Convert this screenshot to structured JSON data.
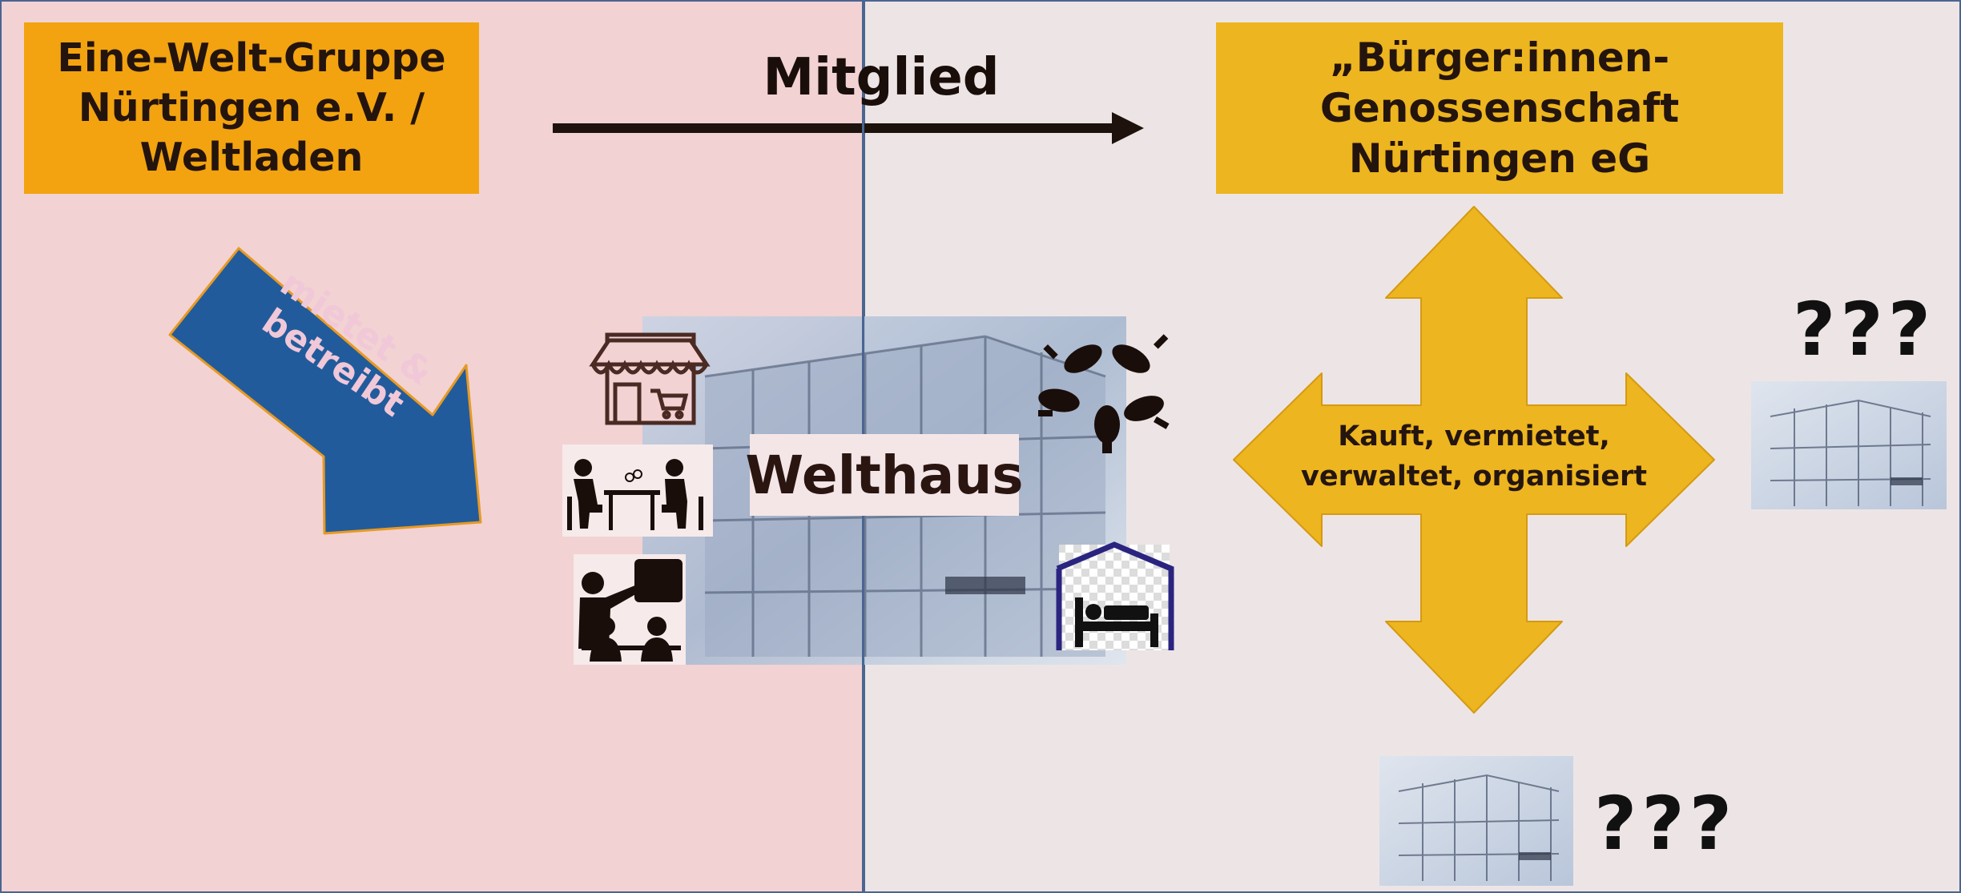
{
  "colors": {
    "left_bg": "#f2d2d3",
    "right_bg": "#ede5e5",
    "orange_box": "#f2a30f",
    "yellow_box": "#edb51f",
    "blue_arrow": "#225b9c",
    "cross_arrow": "#edb51f",
    "divider": "#4a6590"
  },
  "left_org": {
    "label": "Eine-Welt-Gruppe\nNürtingen e.V. /\nWeltladen"
  },
  "right_org": {
    "label": "„Bürger:innen-\nGenossenschaft\nNürtingen eG"
  },
  "membership": {
    "label": "Mitglied"
  },
  "rent_arrow": {
    "label": "mietet &\nbetreibt"
  },
  "center": {
    "label": "Welthaus",
    "icons": [
      "shop-icon",
      "cafe-meeting-icon",
      "teaching-icon",
      "helping-hands-icon",
      "shelter-bed-icon"
    ]
  },
  "cross": {
    "label": "Kauft, vermietet,\nverwaltet, organisiert"
  },
  "future_right": {
    "label": "???"
  },
  "future_bottom": {
    "label": "???"
  }
}
